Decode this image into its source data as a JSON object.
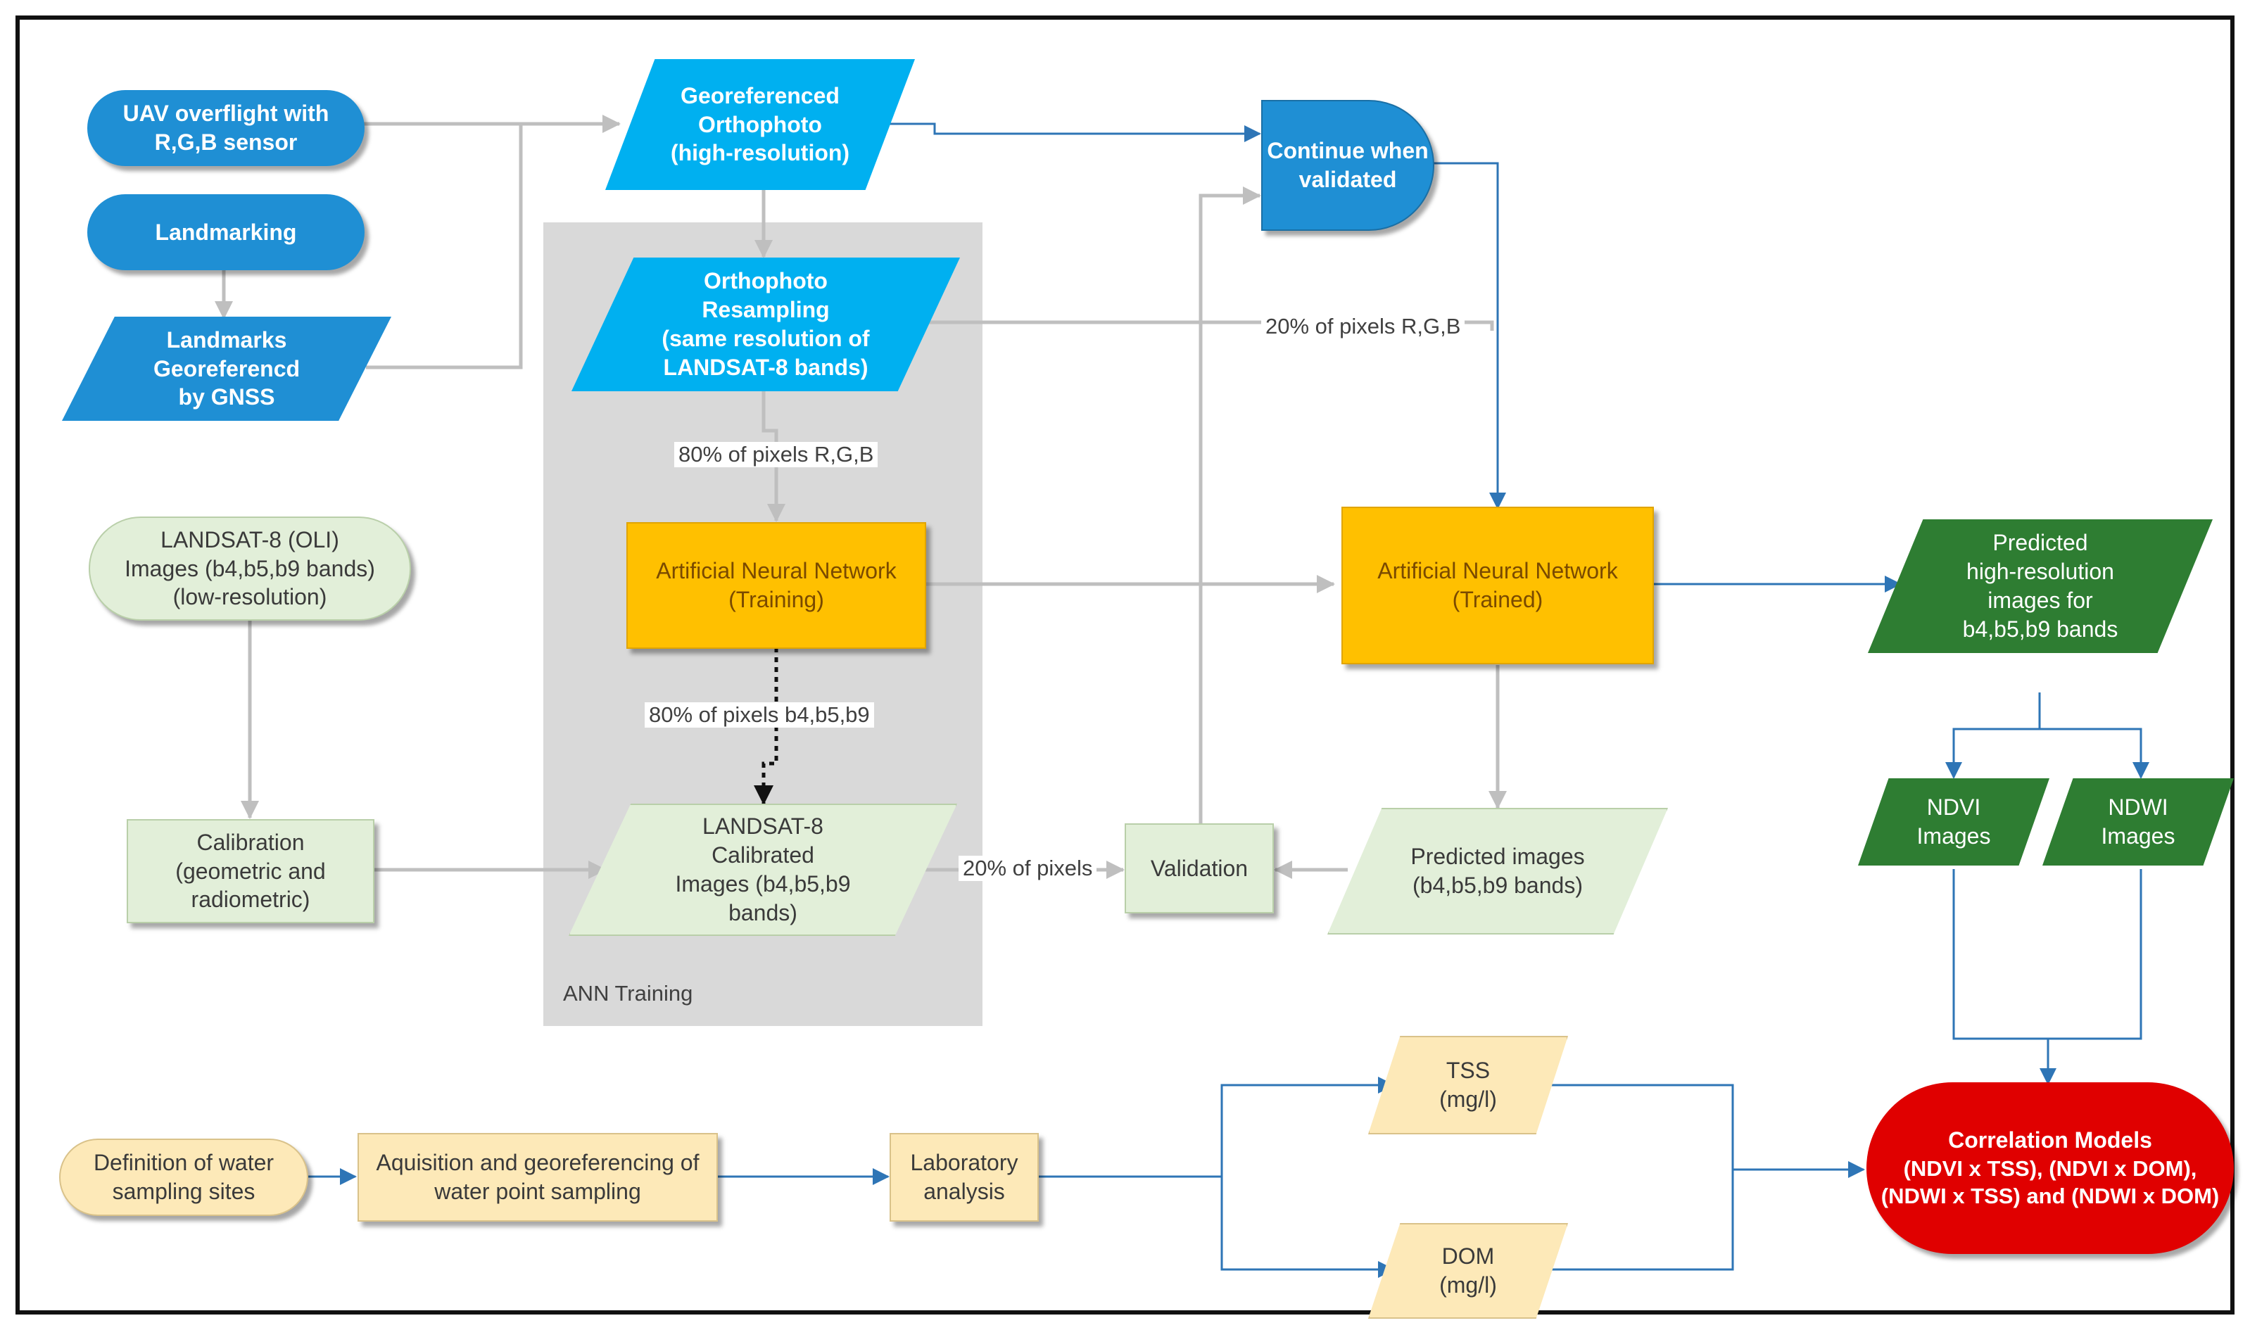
{
  "nodes": {
    "uav": "UAV overflight with\nR,G,B sensor",
    "landmarking": "Landmarking",
    "landmarks_gnss": "Landmarks\nGeoreferencd\nby GNSS",
    "orthophoto": "Georeferenced\nOrthophoto\n(high-resolution)",
    "resampling": "Orthophoto\nResampling\n(same resolution of\nLANDSAT-8 bands)",
    "continue_validated": "Continue when\nvalidated",
    "landsat_oli": "LANDSAT-8 (OLI)\nImages (b4,b5,b9 bands)\n(low-resolution)",
    "calibration": "Calibration\n(geometric and\nradiometric)",
    "ann_training": "Artificial Neural Network\n(Training)",
    "landsat_calibrated": "LANDSAT-8\nCalibrated\nImages  (b4,b5,b9\nbands)",
    "validation": "Validation",
    "ann_trained": "Artificial Neural Network\n(Trained)",
    "predicted_images": "Predicted images\n(b4,b5,b9 bands)",
    "predicted_highres": "Predicted\nhigh-resolution\nimages for\nb4,b5,b9 bands",
    "ndvi": "NDVI\nImages",
    "ndwi": "NDWI\nImages",
    "sampling_sites": "Definition of water\nsampling sites",
    "acquisition": "Aquisition and georeferencing of\nwater point sampling",
    "laboratory": "Laboratory\nanalysis",
    "tss": "TSS\n(mg/l)",
    "dom": "DOM\n(mg/l)",
    "correlation_title": "Correlation Models",
    "correlation_body": "(NDVI x TSS), (NDVI x DOM),\n(NDWI x TSS) and (NDWI x DOM)"
  },
  "labels": {
    "ann_training_group": "ANN Training",
    "pixels_20_rgb": "20% of pixels R,G,B",
    "pixels_80_rgb": "80% of pixels R,G,B",
    "pixels_80_bands": "80% of pixels b4,b5,b9",
    "pixels_20": "20% of pixels"
  },
  "colors": {
    "primary_blue": "#1f8fd4",
    "light_cyan": "#00b0f0",
    "dark_green": "#2e7d32",
    "light_green": "#e2efd9",
    "orange": "#ffc000",
    "beige": "#fde9b8",
    "red": "#e00000",
    "gray_arrow": "#bfbfbf",
    "blue_arrow": "#2e75b6"
  }
}
